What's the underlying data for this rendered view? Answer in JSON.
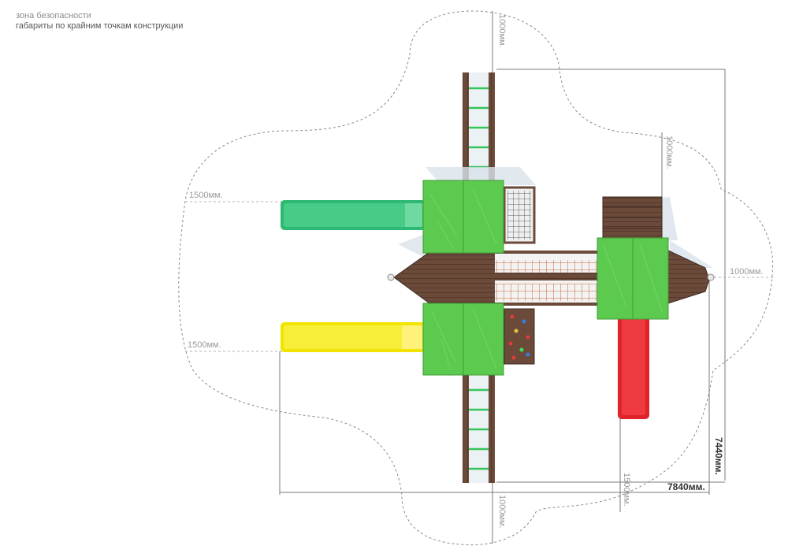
{
  "legend": {
    "safety_zone": "зона безопасности",
    "overall_dims": "габариты по крайним точкам конструкции"
  },
  "dimensions": {
    "top_clearance": "1000мм.",
    "upper_right_clearance": "1000мм.",
    "left_upper_clearance": "1500мм.",
    "left_lower_clearance": "1500мм.",
    "right_clearance": "1000мм.",
    "bottom_left_clearance": "1000мм.",
    "bottom_right_clearance": "1500мм.",
    "overall_width": "7840мм.",
    "overall_depth": "7440мм."
  },
  "colors": {
    "roof_green": "#5cc94f",
    "wood_brown": "#6b4a3a",
    "slide_green": "#2eb873",
    "slide_yellow": "#f2e400",
    "slide_red": "#e0232a",
    "zone_line": "#8a8a8a"
  }
}
